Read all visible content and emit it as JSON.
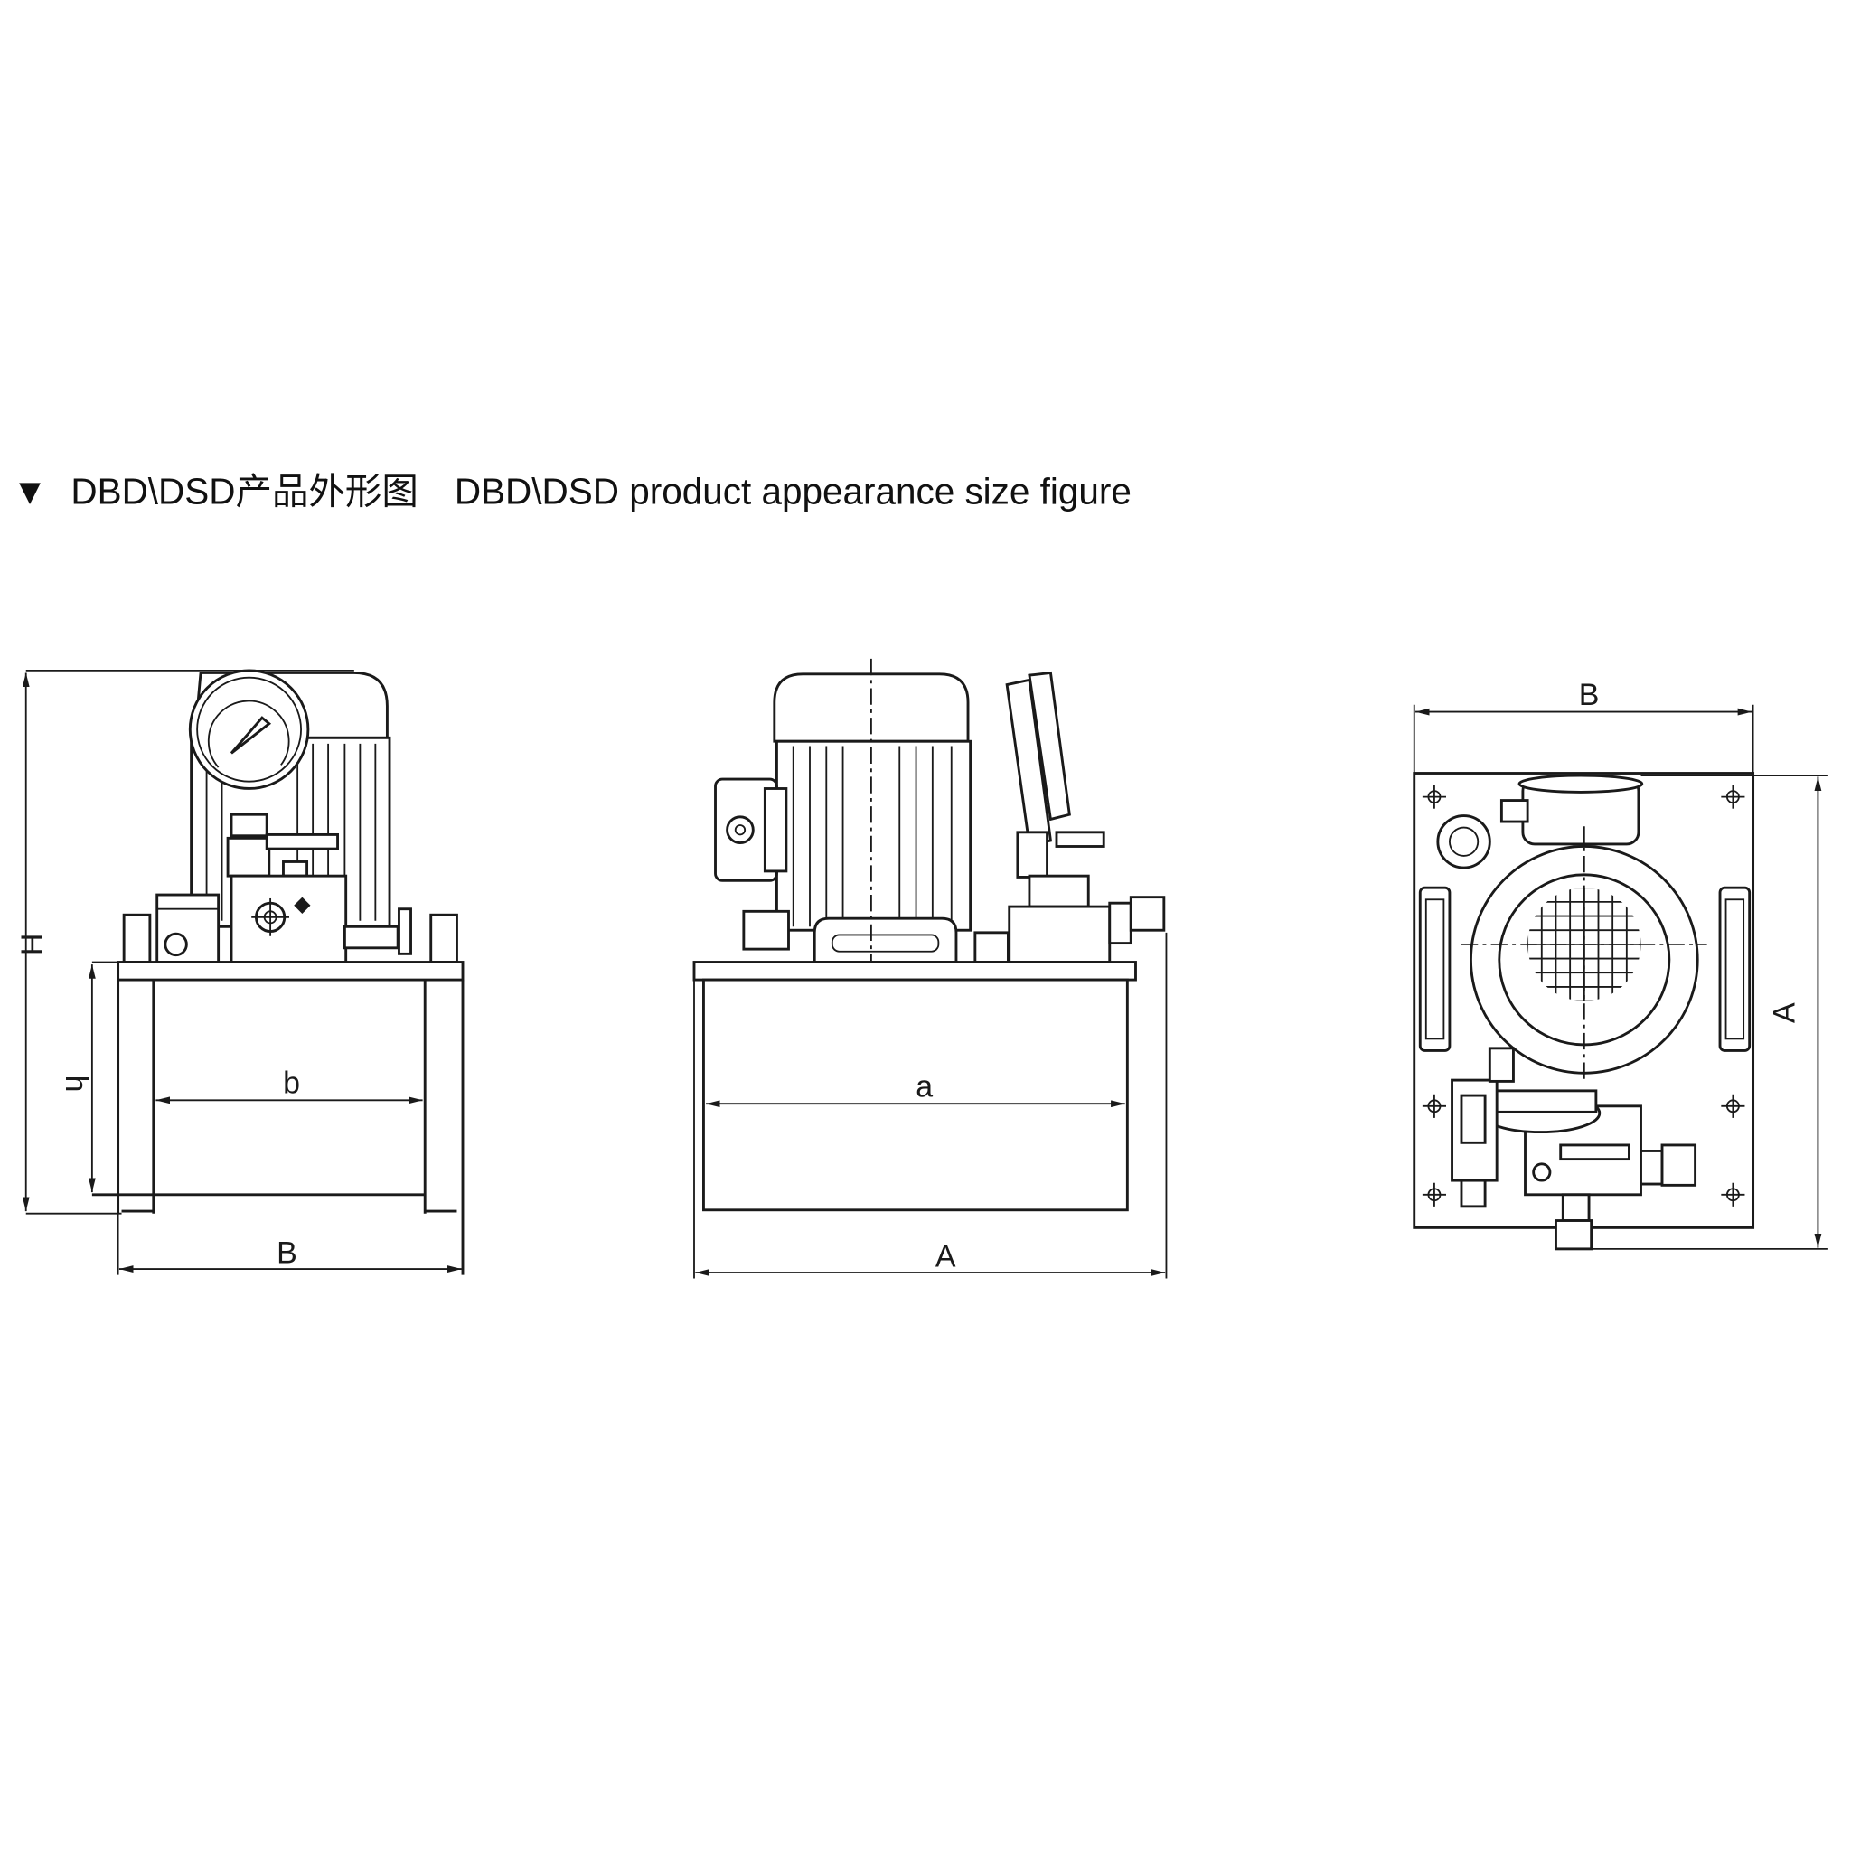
{
  "title": {
    "marker": "▼",
    "text_cn": "DBD\\DSD产品外形图",
    "text_en": "DBD\\DSD product appearance size figure"
  },
  "front_view": {
    "dim_total_height": "H",
    "dim_tank_height": "h",
    "dim_inner_width": "b",
    "dim_width": "B"
  },
  "side_view": {
    "dim_inner_length": "a",
    "dim_length": "A"
  },
  "top_view": {
    "dim_width": "B",
    "dim_length": "A"
  }
}
